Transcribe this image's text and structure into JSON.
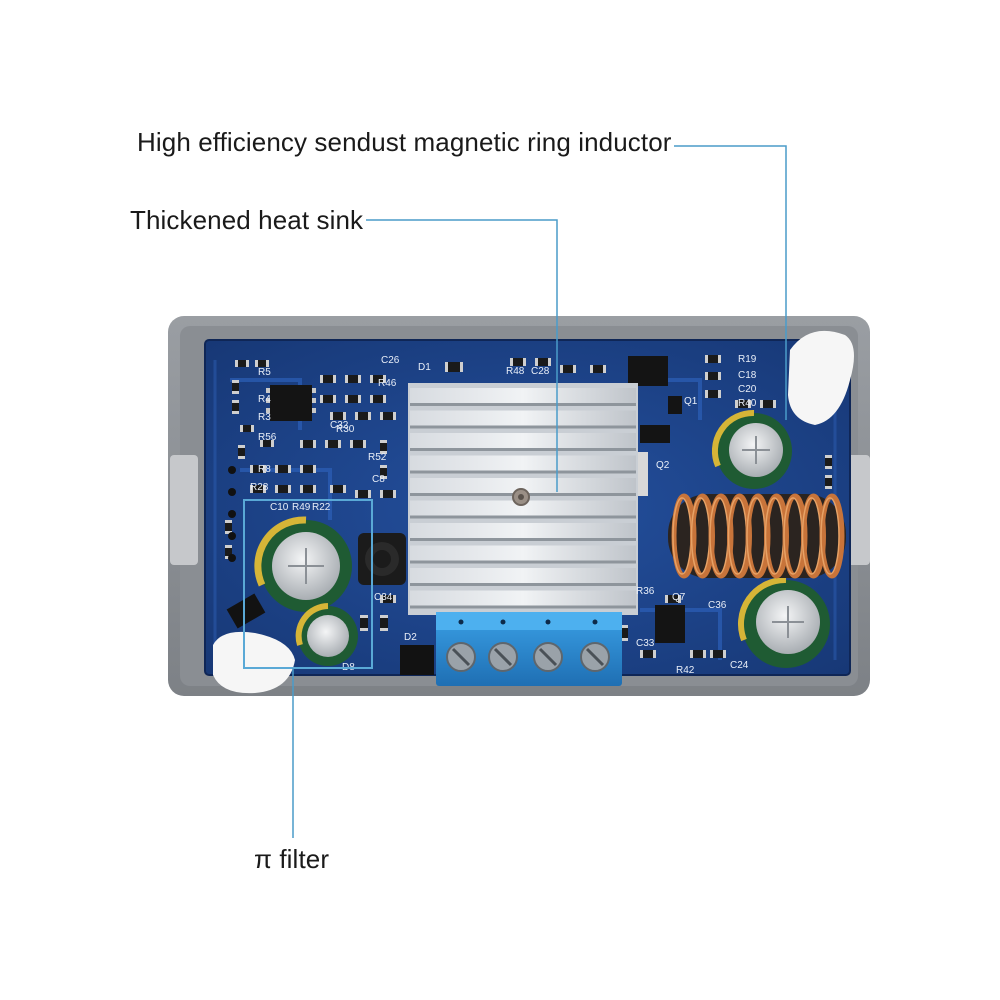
{
  "callouts": {
    "inductor": "High efficiency sendust magnetic ring inductor",
    "heatsink": "Thickened heat sink",
    "filter": "π filter"
  },
  "board": {
    "silkscreen": [
      "C26",
      "D1",
      "R48",
      "C28",
      "R19",
      "C18",
      "C20",
      "R40",
      "R46",
      "C32",
      "R5",
      "R4",
      "R3",
      "R56",
      "R8",
      "R28",
      "R30",
      "R52",
      "C8",
      "C10",
      "R49",
      "R22",
      "C34",
      "D2",
      "D8",
      "R36",
      "Q7",
      "C36",
      "C33",
      "C24",
      "R42",
      "Q1",
      "Q2"
    ]
  },
  "colors": {
    "callout_line": "#4a9cc9",
    "pcb": "#1d3f8c",
    "case": "#8d9196",
    "terminal": "#2f8fd6",
    "copper": "#c8743a"
  }
}
